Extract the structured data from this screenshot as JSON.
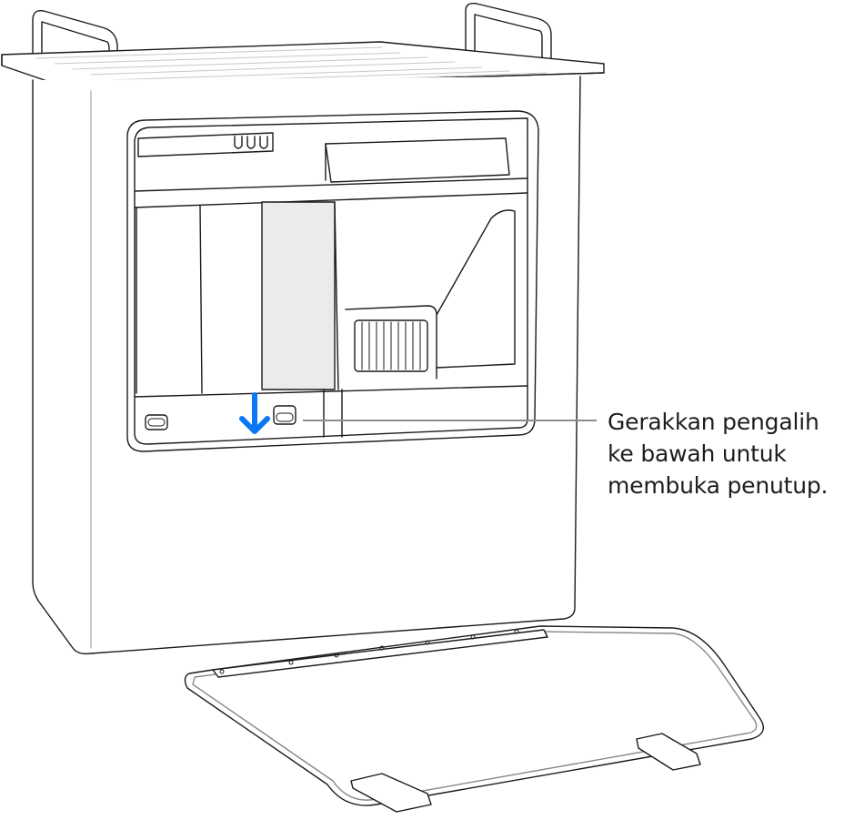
{
  "callout": {
    "lines": [
      "Gerakkan pengalih",
      "ke bawah untuk",
      "membuka penutup."
    ]
  },
  "colors": {
    "stroke": "#1a1a1a",
    "light_stroke": "#9a9a9a",
    "highlight_fill": "#ebebeb",
    "arrow": "#0a78f5",
    "leader_line": "#8c8c8c",
    "text": "#1d1d1f"
  },
  "icons": {
    "arrow": "down-arrow-icon"
  }
}
